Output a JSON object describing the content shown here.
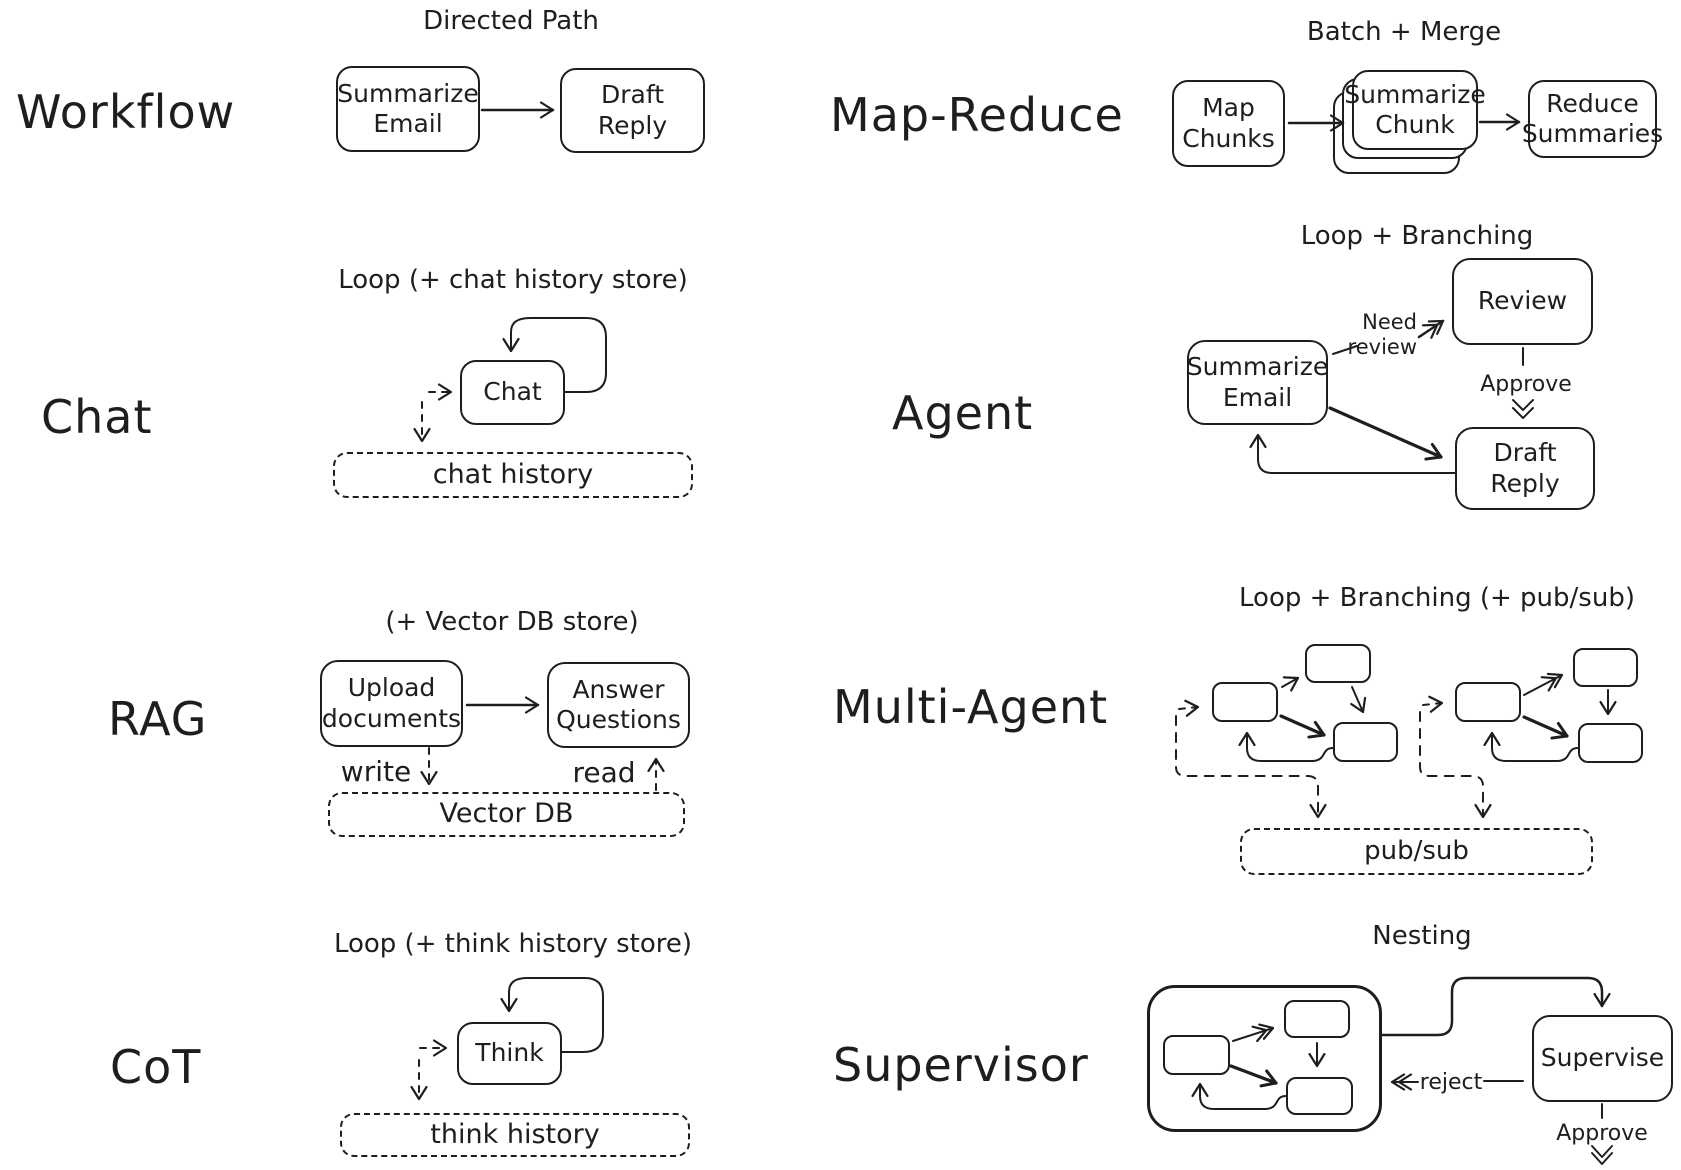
{
  "colors": {
    "ink": "#1e1e1e",
    "background": "#ffffff"
  },
  "sections": {
    "workflow": {
      "label": "Workflow",
      "title": "Directed Path",
      "nodes": {
        "summarize_email": "Summarize\nEmail",
        "draft_reply": "Draft\nReply"
      }
    },
    "map_reduce": {
      "label": "Map-Reduce",
      "title": "Batch + Merge",
      "nodes": {
        "map_chunks": "Map\nChunks",
        "summarize_chunk": "Summarize\nChunk",
        "reduce_summaries": "Reduce\nSummaries"
      }
    },
    "chat": {
      "label": "Chat",
      "title": "Loop (+ chat history store)",
      "nodes": {
        "chat": "Chat",
        "chat_history": "chat history"
      }
    },
    "agent": {
      "label": "Agent",
      "title": "Loop + Branching",
      "nodes": {
        "summarize_email": "Summarize\nEmail",
        "review": "Review",
        "draft_reply": "Draft\nReply"
      },
      "edge_labels": {
        "need_review": "Need\nreview",
        "approve": "Approve"
      }
    },
    "rag": {
      "label": "RAG",
      "title": "(+ Vector DB store)",
      "nodes": {
        "upload_documents": "Upload\ndocuments",
        "answer_questions": "Answer\nQuestions",
        "vector_db": "Vector DB"
      },
      "edge_labels": {
        "write": "write",
        "read": "read"
      }
    },
    "multi_agent": {
      "label": "Multi-Agent",
      "title": "Loop + Branching (+ pub/sub)",
      "nodes": {
        "pub_sub": "pub/sub"
      }
    },
    "cot": {
      "label": "CoT",
      "title": "Loop (+ think history store)",
      "nodes": {
        "think": "Think",
        "think_history": "think history"
      }
    },
    "supervisor": {
      "label": "Supervisor",
      "title": "Nesting",
      "nodes": {
        "supervise": "Supervise"
      },
      "edge_labels": {
        "reject": "reject",
        "approve": "Approve"
      }
    }
  }
}
